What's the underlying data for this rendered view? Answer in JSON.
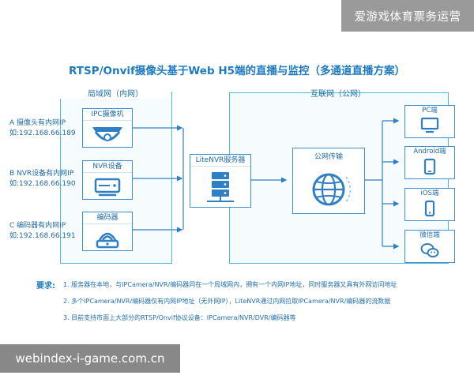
{
  "watermarks": {
    "top": "爱游戏体育票务运营",
    "bottom": "webindex-i-game.com.cn"
  },
  "title": "RTSP/Onvif摄像头基于Web H5端的直播与监控（多通道直播方案）",
  "lan": {
    "label": "局域网（内网）",
    "sources": [
      {
        "name": "A 摄像头有内网IP",
        "ip": "如:192.168.66.189",
        "device": "IPC摄像机",
        "icon": "camera-icon"
      },
      {
        "name": "B NVR设备有内网IP",
        "ip": "如:192.168.66.190",
        "device": "NVR设备",
        "icon": "nvr-icon"
      },
      {
        "name": "C 编码器有内网IP",
        "ip": "如:192.168.66.191",
        "device": "编码器",
        "icon": "encoder-icon"
      }
    ]
  },
  "server": {
    "label": "LiteNVR服务器",
    "icon": "server-icon"
  },
  "internet": {
    "label": "互联网（公网）",
    "transport": {
      "label": "公网传输",
      "icon": "globe-icon"
    },
    "clients": [
      {
        "label": "PC端",
        "icon": "monitor-icon"
      },
      {
        "label": "Android端",
        "icon": "tablet-icon"
      },
      {
        "label": "iOS端",
        "icon": "phone-icon"
      },
      {
        "label": "微信端",
        "icon": "wechat-icon"
      }
    ]
  },
  "requirements": {
    "title": "要求:",
    "items": [
      "1. 服务器在本地，与IPCamera/NVR/编码器同在一个局域网内，拥有一个内网IP地址，同时服务器又具有外网访问地址",
      "2. 多个IPCamera/NVR/编码器仅有内网IP地址（无外网IP），LiteNVR通过内网拉取IPCamera/NVR/编码器的流数据",
      "3. 目前支持市面上大部分的RTSP/Onvif协议设备：IPCamera/NVR/DVR/编码器等"
    ]
  },
  "colors": {
    "region_border": "#4fbcd6",
    "device_border": "#3d8fd0",
    "accent": "#1e7bbf",
    "arrow": "#2e7fc4"
  }
}
